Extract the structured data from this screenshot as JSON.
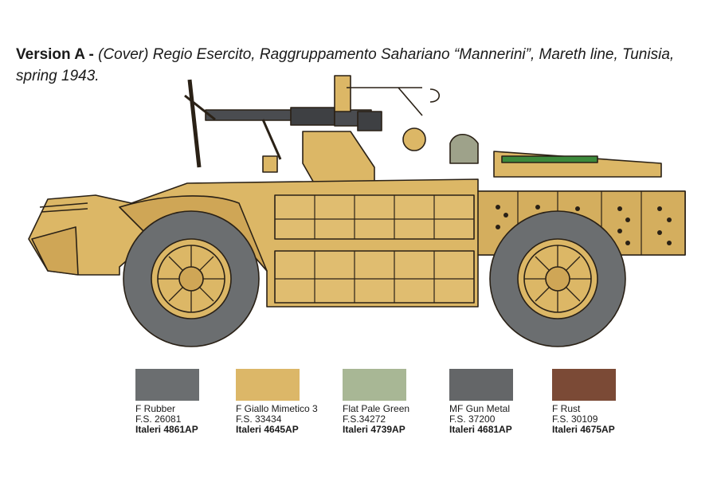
{
  "caption": {
    "version": "Version A -",
    "description": "(Cover) Regio Esercito, Raggruppamento Sahariano “Mannerini”, Mareth line, Tunisia, spring 1943."
  },
  "colors": {
    "body": "#dcb766",
    "body_light": "#e8c97d",
    "body_shadow": "#b8934a",
    "outline": "#2a2116",
    "tyre": "#6b6e70",
    "gun": "#3e4043",
    "green": "#3c8a3c"
  },
  "swatches": [
    {
      "name": "F Rubber",
      "fs": "F.S. 26081",
      "code": "Italeri 4861AP",
      "color": "#6b6e70"
    },
    {
      "name": "F Giallo Mimetico 3",
      "fs": "F.S. 33434",
      "code": "Italeri 4645AP",
      "color": "#dcb768"
    },
    {
      "name": "Flat Pale Green",
      "fs": "F.S.34272",
      "code": "Italeri 4739AP",
      "color": "#a8b795"
    },
    {
      "name": "MF Gun Metal",
      "fs": "F.S. 37200",
      "code": "Italeri 4681AP",
      "color": "#646668"
    },
    {
      "name": "F Rust",
      "fs": "F.S. 30109",
      "code": "Italeri 4675AP",
      "color": "#7b4a36"
    }
  ]
}
